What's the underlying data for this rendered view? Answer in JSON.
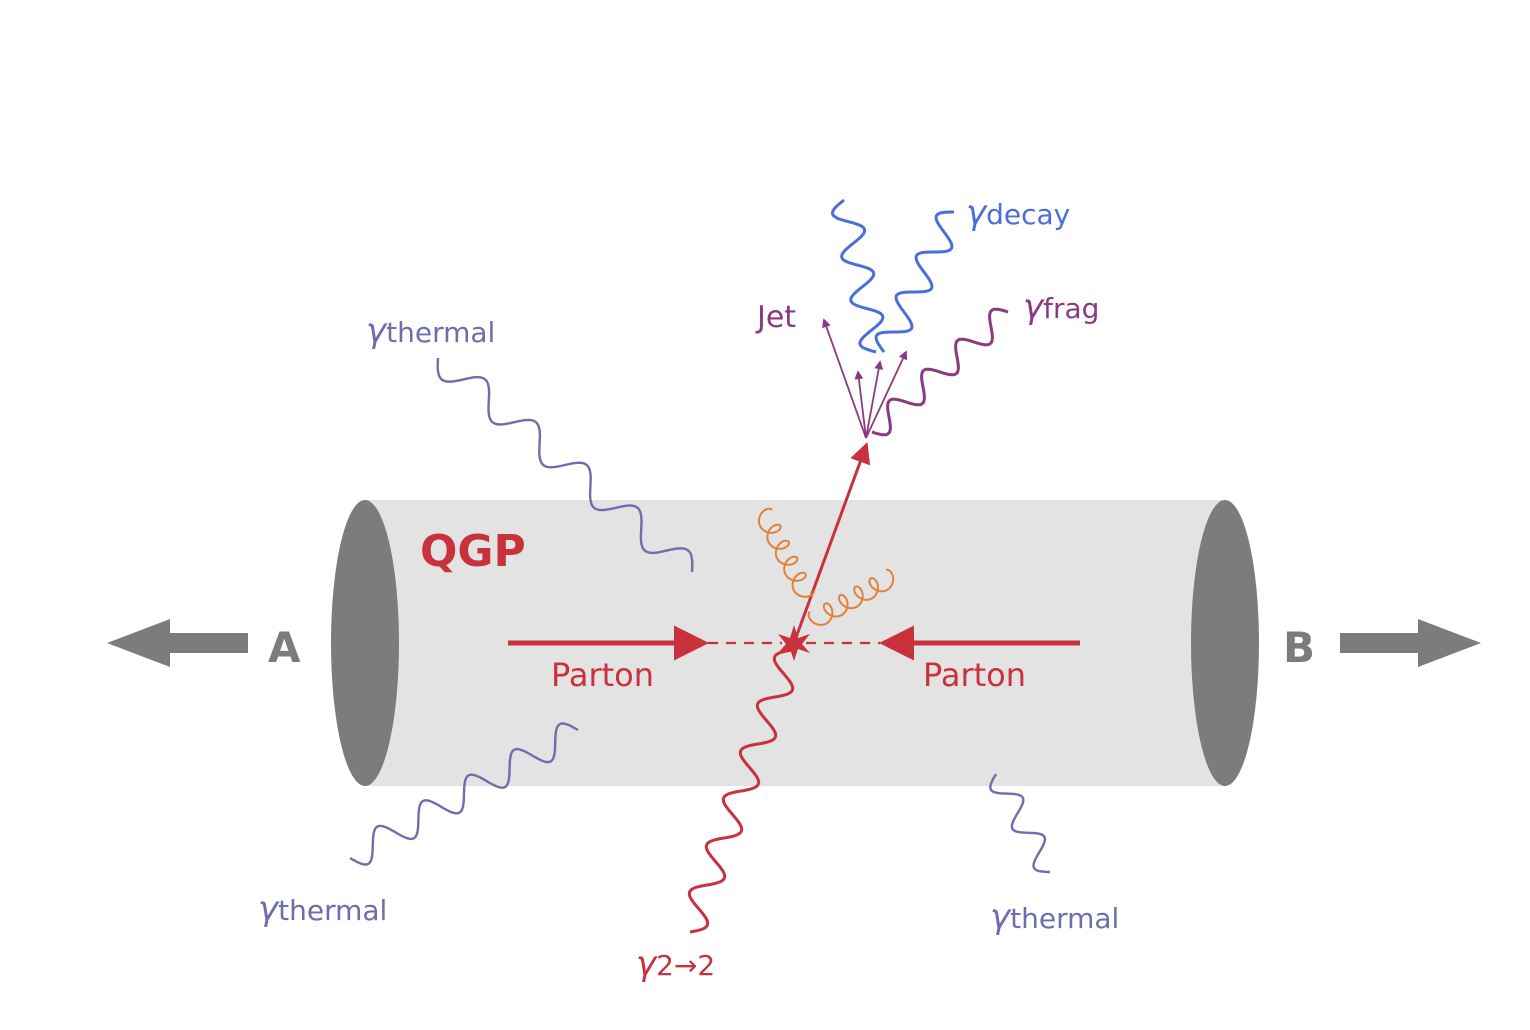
{
  "labels": {
    "qgp": "QGP",
    "beam_a": "A",
    "beam_b": "B",
    "parton_left": "Parton",
    "parton_right": "Parton",
    "jet": "Jet",
    "gamma_symbol": "γ",
    "thermal_sub": "thermal",
    "decay_sub": "decay",
    "frag_sub": "frag",
    "hard_sub": "2→2"
  },
  "colors": {
    "qgp_red": "#c8323c",
    "thermal": "#6e6ead",
    "decay": "#4a6fd8",
    "frag": "#8a3a82",
    "jet": "#8a3a82",
    "gluon": "#e0823c",
    "tube_fill": "#e3e3e3",
    "end_cap": "#7c7c7c",
    "beam_arrow": "#7c7c7c"
  }
}
